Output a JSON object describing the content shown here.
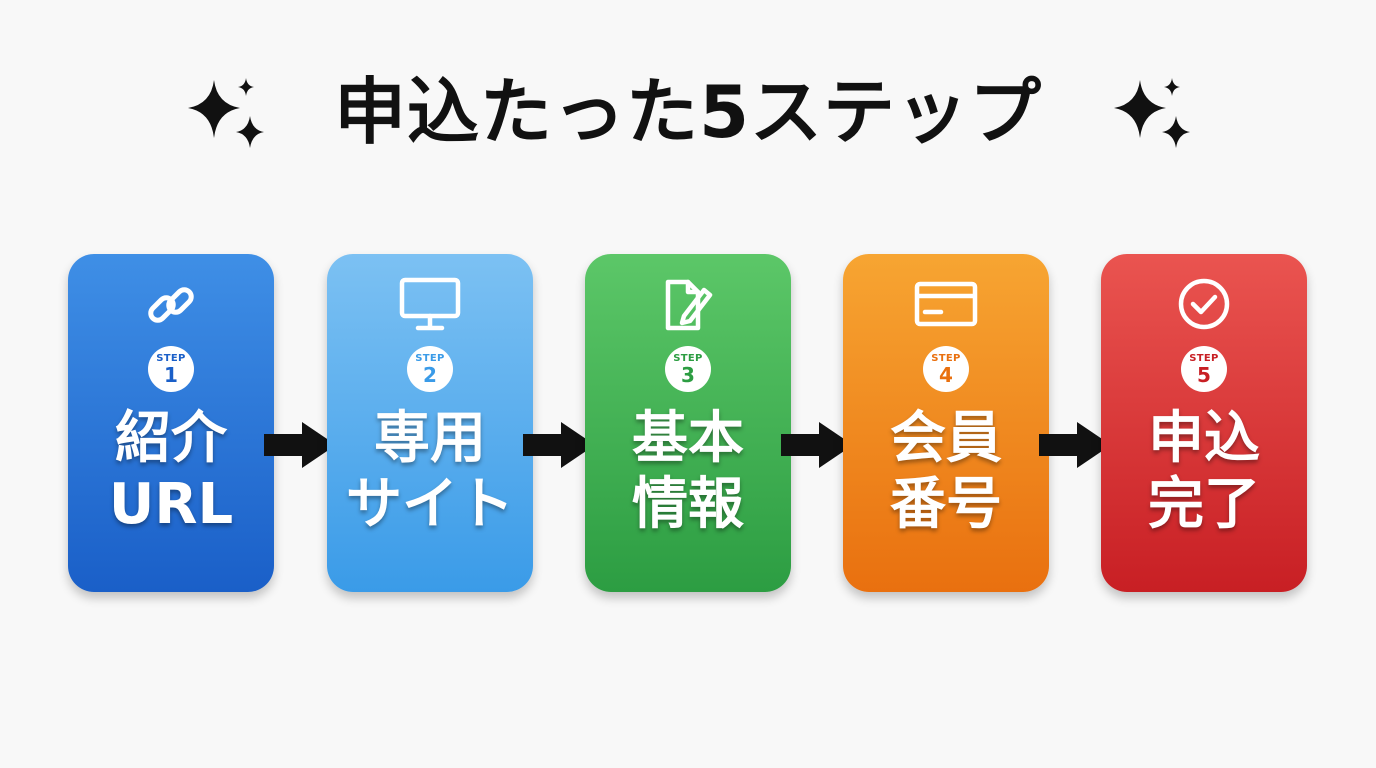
{
  "title": "申込たった5ステップ",
  "steps": [
    {
      "step_label": "STEP",
      "number": "1",
      "text": "紹介\nURL",
      "icon": "link-icon",
      "color_top": "#3f8fe6",
      "color_bottom": "#1a5fc8",
      "num_color": "#1a5fc8"
    },
    {
      "step_label": "STEP",
      "number": "2",
      "text": "専用\nサイト",
      "icon": "monitor-icon",
      "color_top": "#7cc1f3",
      "color_bottom": "#3a9be8",
      "num_color": "#3a9be8"
    },
    {
      "step_label": "STEP",
      "number": "3",
      "text": "基本\n情報",
      "icon": "document-edit-icon",
      "color_top": "#5cc768",
      "color_bottom": "#2c9d42",
      "num_color": "#2c9d42"
    },
    {
      "step_label": "STEP",
      "number": "4",
      "text": "会員\n番号",
      "icon": "credit-card-icon",
      "color_top": "#f7a532",
      "color_bottom": "#e9700f",
      "num_color": "#e9700f"
    },
    {
      "step_label": "STEP",
      "number": "5",
      "text": "申込\n完了",
      "icon": "check-circle-icon",
      "color_top": "#ea5450",
      "color_bottom": "#c81f24",
      "num_color": "#c81f24"
    }
  ]
}
